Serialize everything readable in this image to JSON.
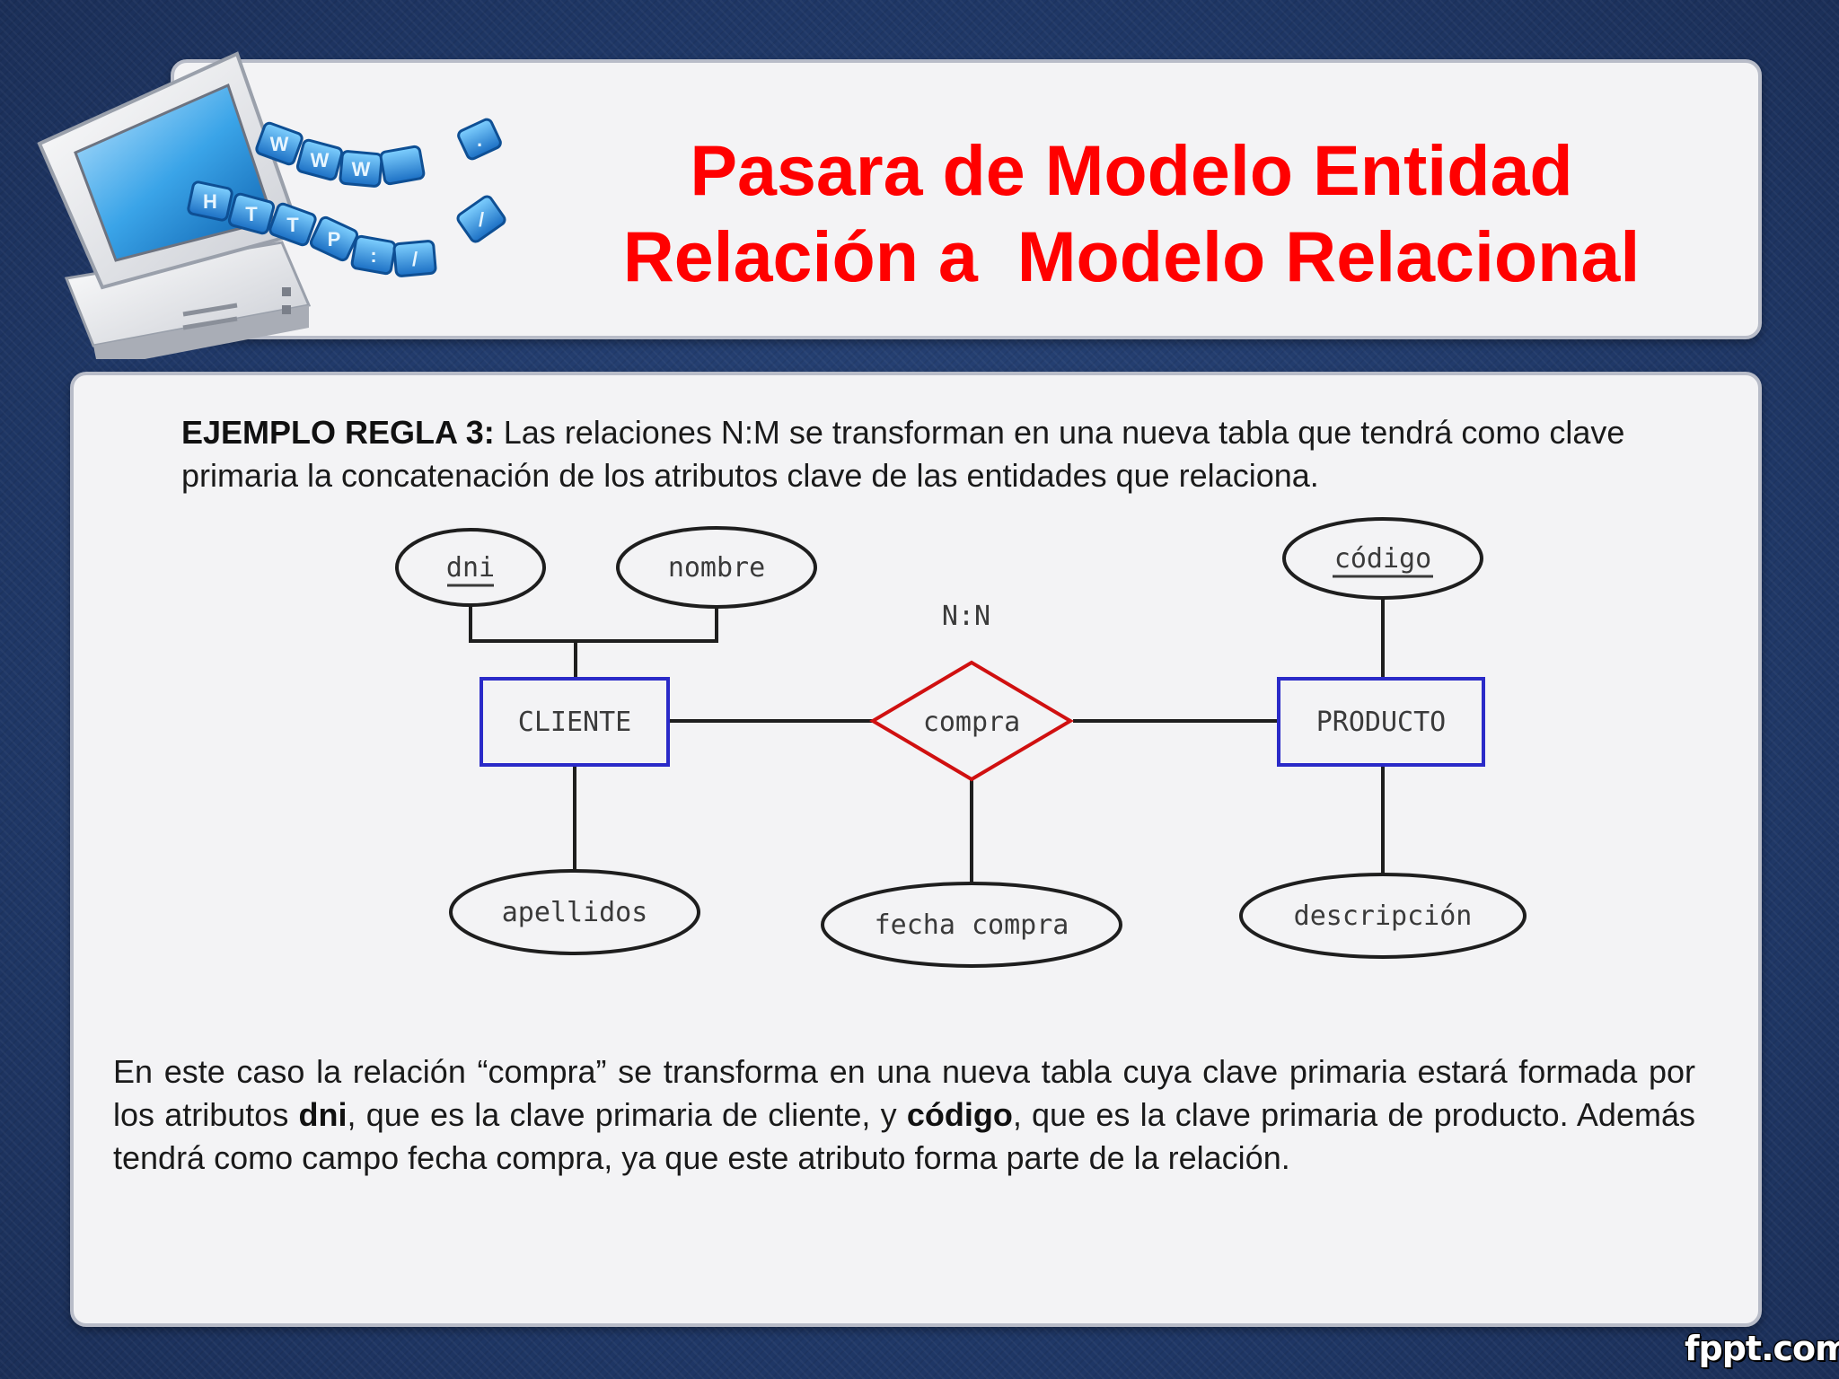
{
  "slide": {
    "title_line1": "Pasara de Modelo Entidad",
    "title_line2": "Relación a  Modelo Relacional",
    "logo_keys": [
      "W",
      "W",
      "W",
      ".",
      "H",
      "T",
      "T",
      "P",
      ":",
      "/",
      "/"
    ],
    "intro_label": "EJEMPLO REGLA 3:",
    "intro_text": " Las relaciones N:M se transforman en una nueva tabla que tendrá como clave primaria la concatenación de los atributos clave de las entidades que relaciona.",
    "body_part1": "En este caso la relación “compra” se transforma en una nueva tabla cuya clave primaria estará formada por los atributos ",
    "body_bold1": "dni",
    "body_part2": ", que es la clave primaria de cliente, y ",
    "body_bold2": "código",
    "body_part3": ", que es la clave primaria de producto. Además tendrá como campo fecha compra, ya que este atributo forma parte de la relación.",
    "brand": "fppt.com"
  },
  "diagram": {
    "cardinality": "N:N",
    "entity_cliente": "CLIENTE",
    "entity_producto": "PRODUCTO",
    "relationship": "compra",
    "attr_dni": "dni",
    "attr_nombre": "nombre",
    "attr_apellidos": "apellidos",
    "attr_fecha": "fecha compra",
    "attr_codigo": "código",
    "attr_descripcion": "descripción"
  },
  "colors": {
    "title": "#ff0000",
    "entity_border": "#2a2ac8",
    "relationship_border": "#d01010",
    "background": "#223a6a"
  }
}
